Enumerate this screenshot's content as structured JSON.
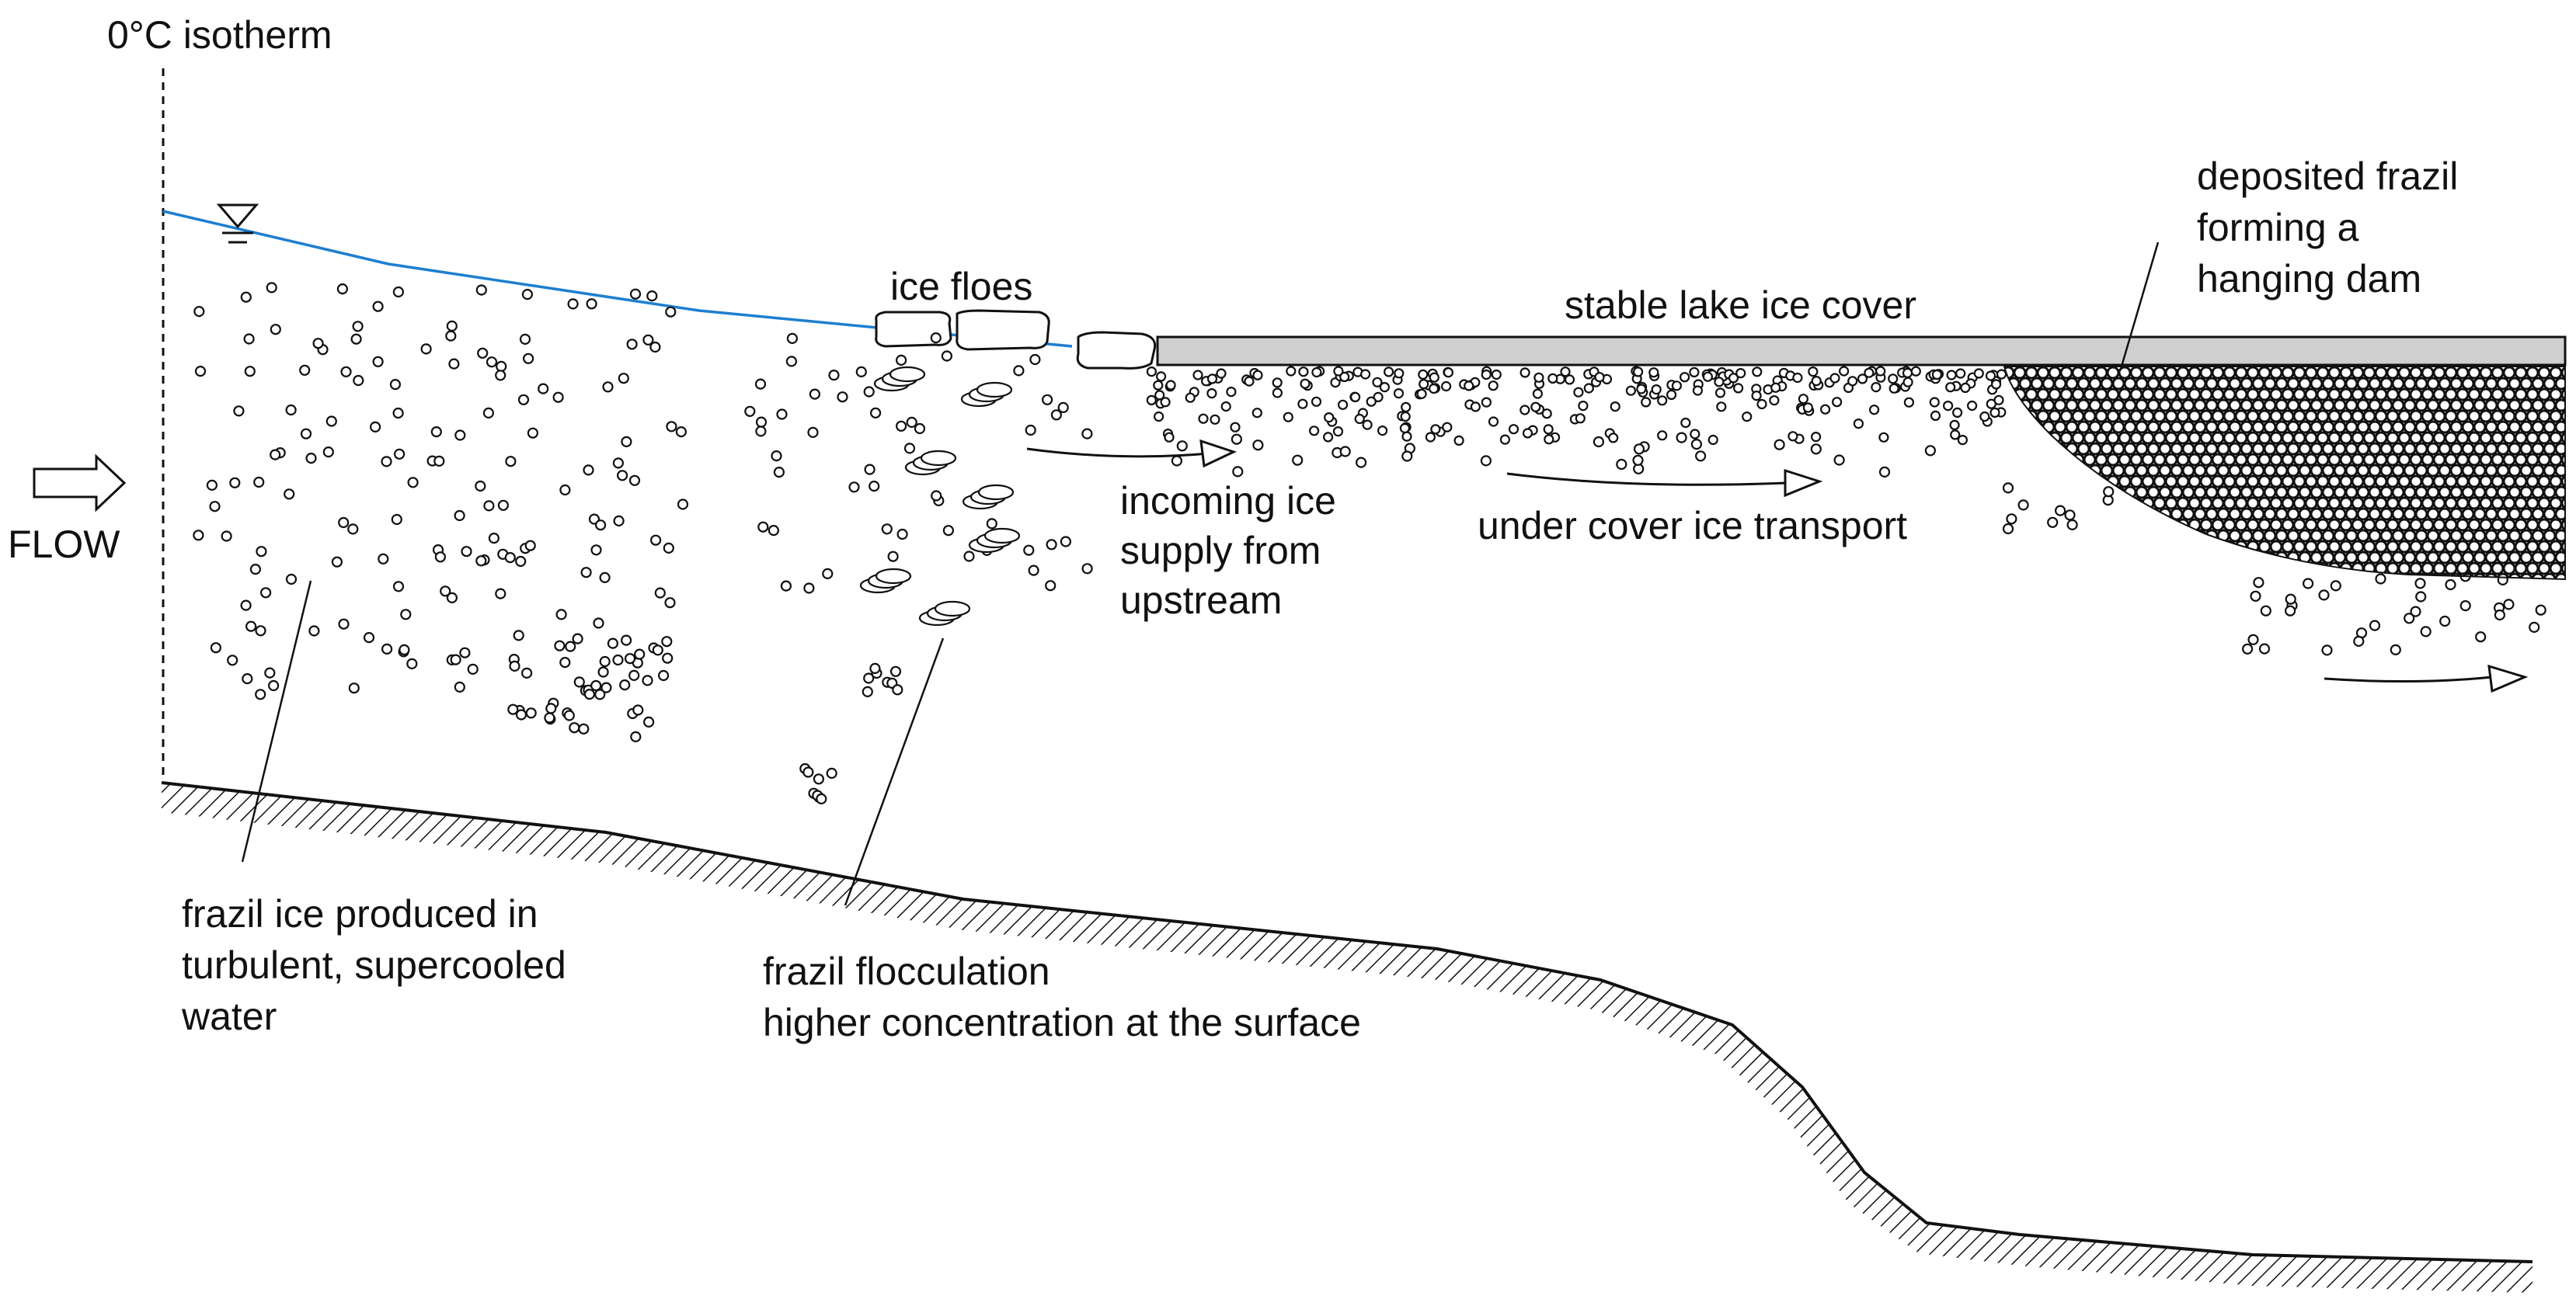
{
  "labels": {
    "isotherm": "0°C isotherm",
    "flow": "FLOW",
    "ice_floes": "ice floes",
    "stable_cover": "stable lake ice cover",
    "deposited": [
      "deposited frazil",
      "forming a",
      "hanging dam"
    ],
    "incoming": [
      "incoming ice",
      "supply from",
      "upstream"
    ],
    "under_cover": "under cover ice transport",
    "frazil_produced": [
      "frazil ice produced in",
      "turbulent, supercooled",
      "water"
    ],
    "flocculation": [
      "frazil flocculation",
      "higher concentration at the surface"
    ]
  },
  "colors": {
    "water_surface": "#1e7fd0",
    "ice_cover_fill": "#cfcfcf",
    "ink": "#111111"
  }
}
